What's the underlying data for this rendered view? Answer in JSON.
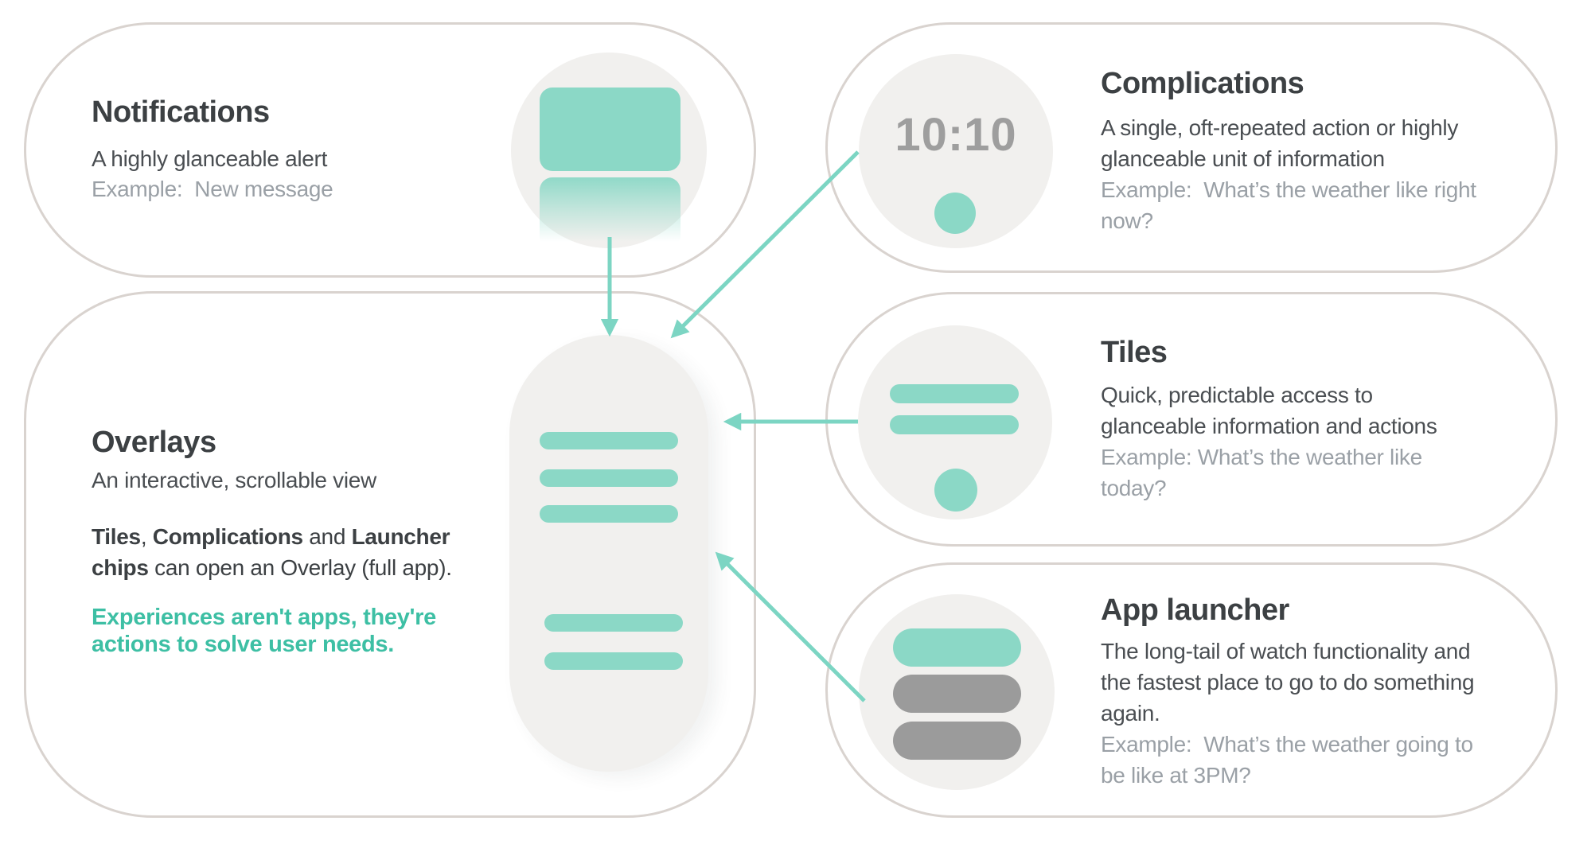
{
  "palette": {
    "teal_shape": "#8BD8C6",
    "teal_arrow": "#7CD5C3",
    "teal_text": "#3DBFA4",
    "card_border": "#D9D3CF",
    "circle_bg": "#F1F0EE",
    "heading": "#3C4043",
    "body": "#4A4E52",
    "muted": "#9AA0A6",
    "gray_pill": "#9B9B9B",
    "clock": "#9E9E9E"
  },
  "watch_face": {
    "time": "10:10"
  },
  "sections": {
    "notifications": {
      "title": "Notifications",
      "body_lines": [
        "A highly glanceable alert"
      ],
      "example_lines": [
        "Example:  New message"
      ]
    },
    "complications": {
      "title": "Complications",
      "body_lines": [
        "A single, oft-repeated action or highly",
        "glanceable unit of information"
      ],
      "example_lines": [
        "Example:  What’s the weather like right",
        "now?"
      ]
    },
    "tiles": {
      "title": "Tiles",
      "body_lines": [
        "Quick, predictable access to",
        "glanceable information and actions"
      ],
      "example_lines": [
        "Example: What’s the weather like",
        "today?"
      ]
    },
    "app_launcher": {
      "title": "App launcher",
      "body_lines": [
        "The long-tail of watch functionality and",
        "the fastest place to go to do something",
        "again."
      ],
      "example_lines": [
        "Example:  What’s the weather going to",
        "be like at 3PM?"
      ]
    },
    "overlays": {
      "title": "Overlays",
      "subtitle_lines": [
        "An interactive, scrollable view"
      ],
      "bold_mixed_lines": [
        [
          {
            "text": "Tiles",
            "bold": true
          },
          {
            "text": ", ",
            "bold": false
          },
          {
            "text": "Complications",
            "bold": true
          },
          {
            "text": " and ",
            "bold": false
          },
          {
            "text": "Launcher",
            "bold": true
          }
        ],
        [
          {
            "text": "chips",
            "bold": true
          },
          {
            "text": " can open an Overlay (full app).",
            "bold": false
          }
        ]
      ],
      "highlight_lines": [
        "Experiences aren't apps, they're",
        "actions to solve user needs."
      ]
    }
  }
}
